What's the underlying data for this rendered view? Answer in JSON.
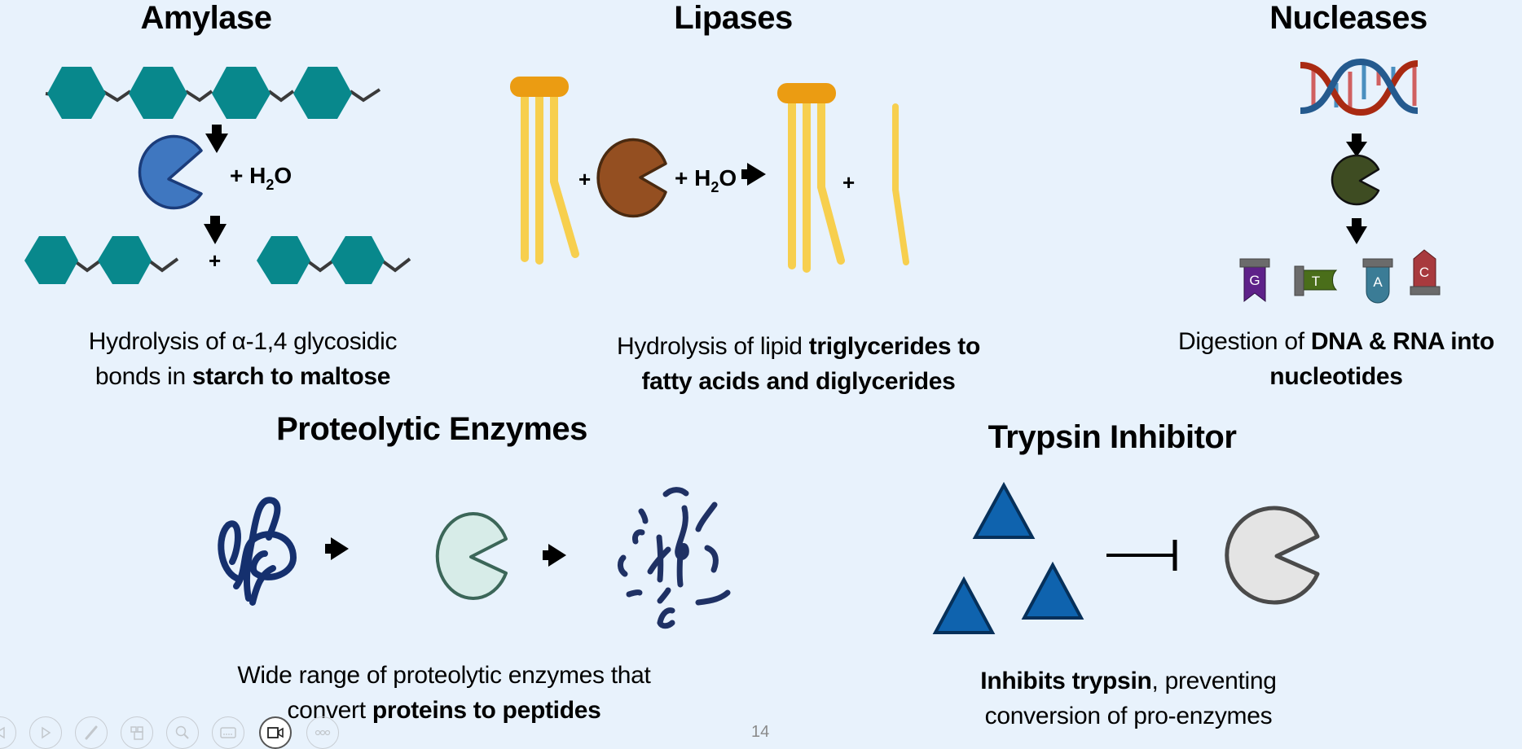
{
  "slide": {
    "page_number": "14",
    "background": "#e8f2fc"
  },
  "amylase": {
    "title": "Amylase",
    "reaction": {
      "plus": "+",
      "water_h": "H",
      "water_sub": "2",
      "water_o": "O",
      "plus_products": "+"
    },
    "caption_line1": "Hydrolysis of α-1,4 glycosidic",
    "caption_line2_normal": "bonds in ",
    "caption_line2_bold": "starch to maltose",
    "colors": {
      "glucose": "#08888c",
      "enzyme": "#3f77c0",
      "enzyme_outline": "#1b3c7a",
      "bond": "#3a3a3a"
    }
  },
  "lipases": {
    "title": "Lipases",
    "reaction": {
      "plus1": "+",
      "plus2": "+",
      "water_h": "H",
      "water_sub": "2",
      "water_o": "O",
      "plus3": "+"
    },
    "caption_line1_normal": "Hydrolysis of lipid ",
    "caption_line1_bold": "triglycerides to",
    "caption_line2_bold": "fatty acids and diglycerides",
    "colors": {
      "glycerol": "#eb9c12",
      "fatty_acid": "#f7cf4e",
      "enzyme": "#944f21",
      "enzyme_outline": "#4a2a10"
    }
  },
  "nucleases": {
    "title": "Nucleases",
    "nucleotides": [
      {
        "letter": "G",
        "color": "#5e2189"
      },
      {
        "letter": "T",
        "color": "#4a6e1a"
      },
      {
        "letter": "A",
        "color": "#3b7c96"
      },
      {
        "letter": "C",
        "color": "#a83a3e"
      }
    ],
    "caption_line1_normal": "Digestion of ",
    "caption_line1_bold": "DNA & RNA into",
    "caption_line2_bold": "nucleotides",
    "colors": {
      "enzyme": "#3e4c22",
      "dna_red": "#a92a12",
      "dna_blue": "#245a8e"
    }
  },
  "proteolytic": {
    "title": "Proteolytic Enzymes",
    "caption_line1": "Wide range of proteolytic enzymes that",
    "caption_line2_normal": "convert ",
    "caption_line2_bold": "proteins to peptides",
    "colors": {
      "protein": "#15306e",
      "enzyme": "#d7ece8",
      "enzyme_outline": "#3b6658"
    }
  },
  "trypsin_inhibitor": {
    "title": "Trypsin Inhibitor",
    "caption_line1_bold": "Inhibits trypsin",
    "caption_line1_normal": ", preventing",
    "caption_line2": "conversion of pro-enzymes",
    "colors": {
      "inhibitor": "#0f63ae",
      "inhibitor_outline": "#06305a",
      "enzyme": "#e4e4e4",
      "enzyme_outline": "#4a4a4a"
    }
  },
  "presenter_toolbar": {
    "buttons": [
      {
        "name": "previous-slide",
        "icon": "previous-icon"
      },
      {
        "name": "next-slide",
        "icon": "play-icon"
      },
      {
        "name": "pen",
        "icon": "pen-icon"
      },
      {
        "name": "see-all-slides",
        "icon": "slides-grid-icon"
      },
      {
        "name": "zoom",
        "icon": "magnifier-icon"
      },
      {
        "name": "subtitles",
        "icon": "subtitles-icon"
      },
      {
        "name": "camera",
        "icon": "video-camera-icon"
      },
      {
        "name": "more-options",
        "icon": "more-icon"
      }
    ]
  }
}
